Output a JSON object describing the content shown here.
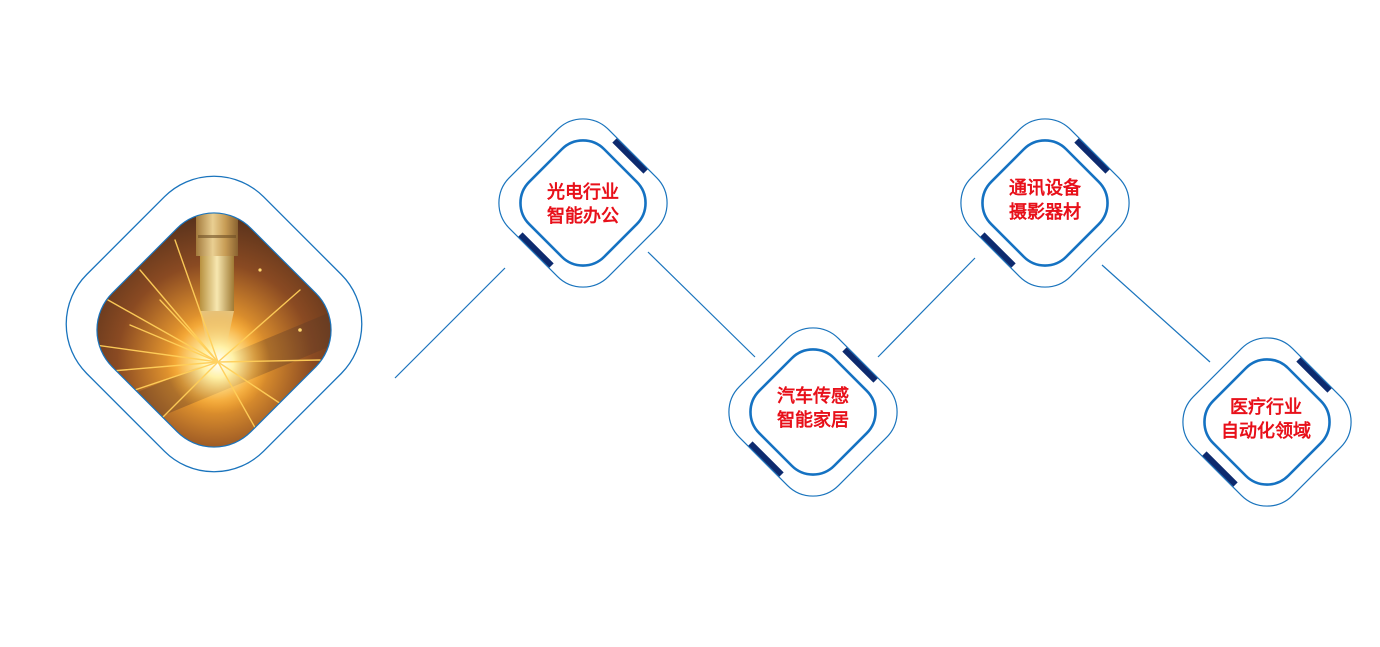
{
  "colors": {
    "outline": "#1a74bd",
    "inner_ring": "#1572c2",
    "accent_bar": "#0d2a6e",
    "label": "#e8101a"
  },
  "image": {
    "name": "laser-cutting-sparks-photo"
  },
  "nodes": [
    {
      "id": "optoelectronics",
      "line1": "光电行业",
      "line2": "智能办公"
    },
    {
      "id": "automotive",
      "line1": "汽车传感",
      "line2": "智能家居"
    },
    {
      "id": "communications",
      "line1": "通讯设备",
      "line2": "摄影器材"
    },
    {
      "id": "medical",
      "line1": "医疗行业",
      "line2": "自动化领域"
    }
  ]
}
